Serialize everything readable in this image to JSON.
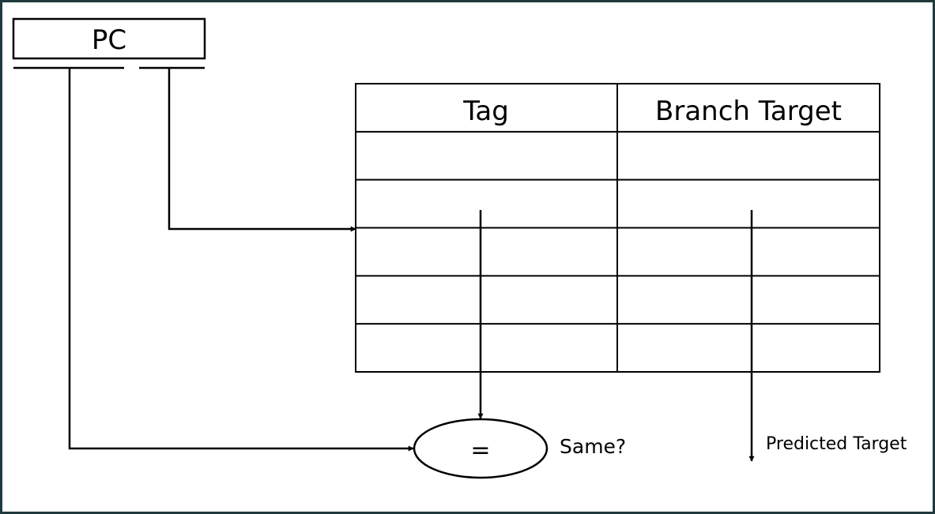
{
  "pc": {
    "label": "PC"
  },
  "btb": {
    "headers": [
      "Tag",
      "Branch Target"
    ],
    "row_count": 5
  },
  "comparator": {
    "symbol": "="
  },
  "outputs": {
    "match_label": "Same?",
    "target_label": "Predicted Target"
  },
  "colors": {
    "stroke": "#000000",
    "frame": "#1f3a3d",
    "background": "#ffffff"
  }
}
